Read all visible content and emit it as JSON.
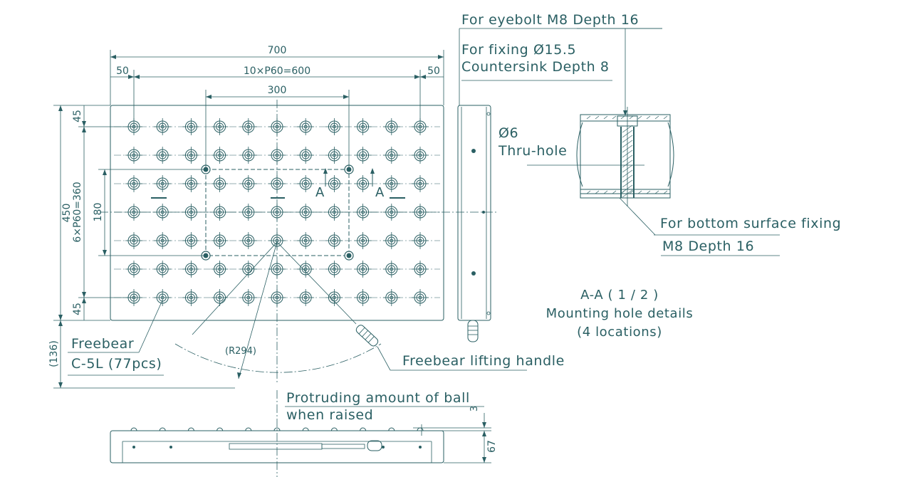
{
  "dimensions": {
    "overall_width": "700",
    "left_margin": "50",
    "pitch_x": "10×P60=600",
    "right_margin": "50",
    "pin_span": "300",
    "overall_height": "450",
    "pitch_y": "6×P60=360",
    "pin_height": "180",
    "top_margin": "45",
    "bottom_margin": "45",
    "handle_extension": "(136)",
    "radius": "(R294)",
    "ball_protrusion": "3",
    "height": "67",
    "section_marker": "A"
  },
  "labels": {
    "eyebolt": "For eyebolt M8 Depth 16",
    "fixing_line1": "For fixing Ø15.5",
    "fixing_line2": "Countersink Depth 8",
    "thru_hole_line1": "Ø6",
    "thru_hole_line2": "Thru-hole",
    "bottom_fixing_line1": "For bottom surface fixing",
    "bottom_fixing_line2": "M8 Depth 16",
    "section_title": "A-A ( 1 / 2 )",
    "section_subtitle": "Mounting hole details",
    "section_count": "(4 locations)",
    "freebear_line1": "Freebear",
    "freebear_line2": "C-5L (77pcs)",
    "lifting_handle": "Freebear lifting handle",
    "protrusion_line1": "Protruding amount of ball",
    "protrusion_line2": "when raised"
  },
  "colors": {
    "ink": "#2a5f63",
    "background": "#ffffff"
  }
}
